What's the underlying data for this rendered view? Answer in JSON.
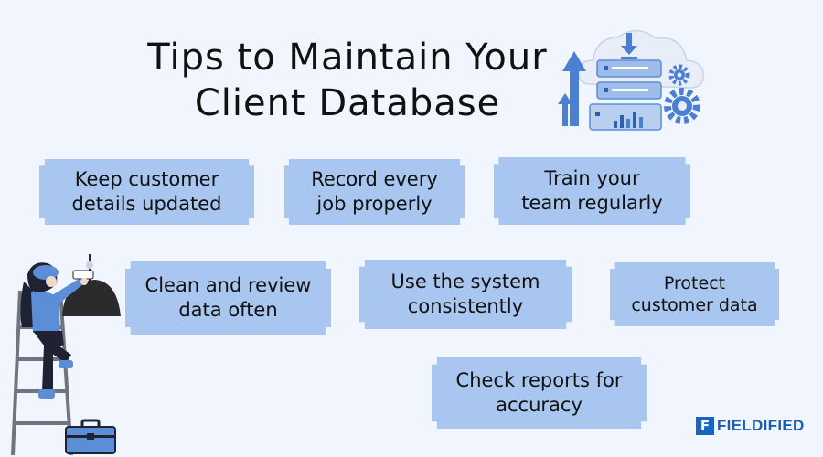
{
  "title": {
    "line1": "Tips to Maintain Your",
    "line2": "Client Database"
  },
  "tips": [
    {
      "line1": "Keep customer",
      "line2": "details updated"
    },
    {
      "line1": "Record every",
      "line2": "job properly"
    },
    {
      "line1": "Train your",
      "line2": "team regularly"
    },
    {
      "line1": "Clean and review",
      "line2": "data often"
    },
    {
      "line1": "Use the system",
      "line2": "consistently"
    },
    {
      "line1": "Protect",
      "line2": "customer data"
    },
    {
      "line1": "Check reports for",
      "line2": "accuracy"
    }
  ],
  "brand": {
    "mark": "F",
    "name": "FIELDIFIED"
  },
  "colors": {
    "background": "#f1f5fd",
    "tip_fill": "#a8c6ef",
    "accent": "#5b8ed6",
    "brand": "#1565c0"
  },
  "icons": [
    "cloud-server-icon",
    "gear-icon",
    "upload-arrow-icon",
    "person-on-ladder-illustration",
    "toolbox-icon"
  ]
}
